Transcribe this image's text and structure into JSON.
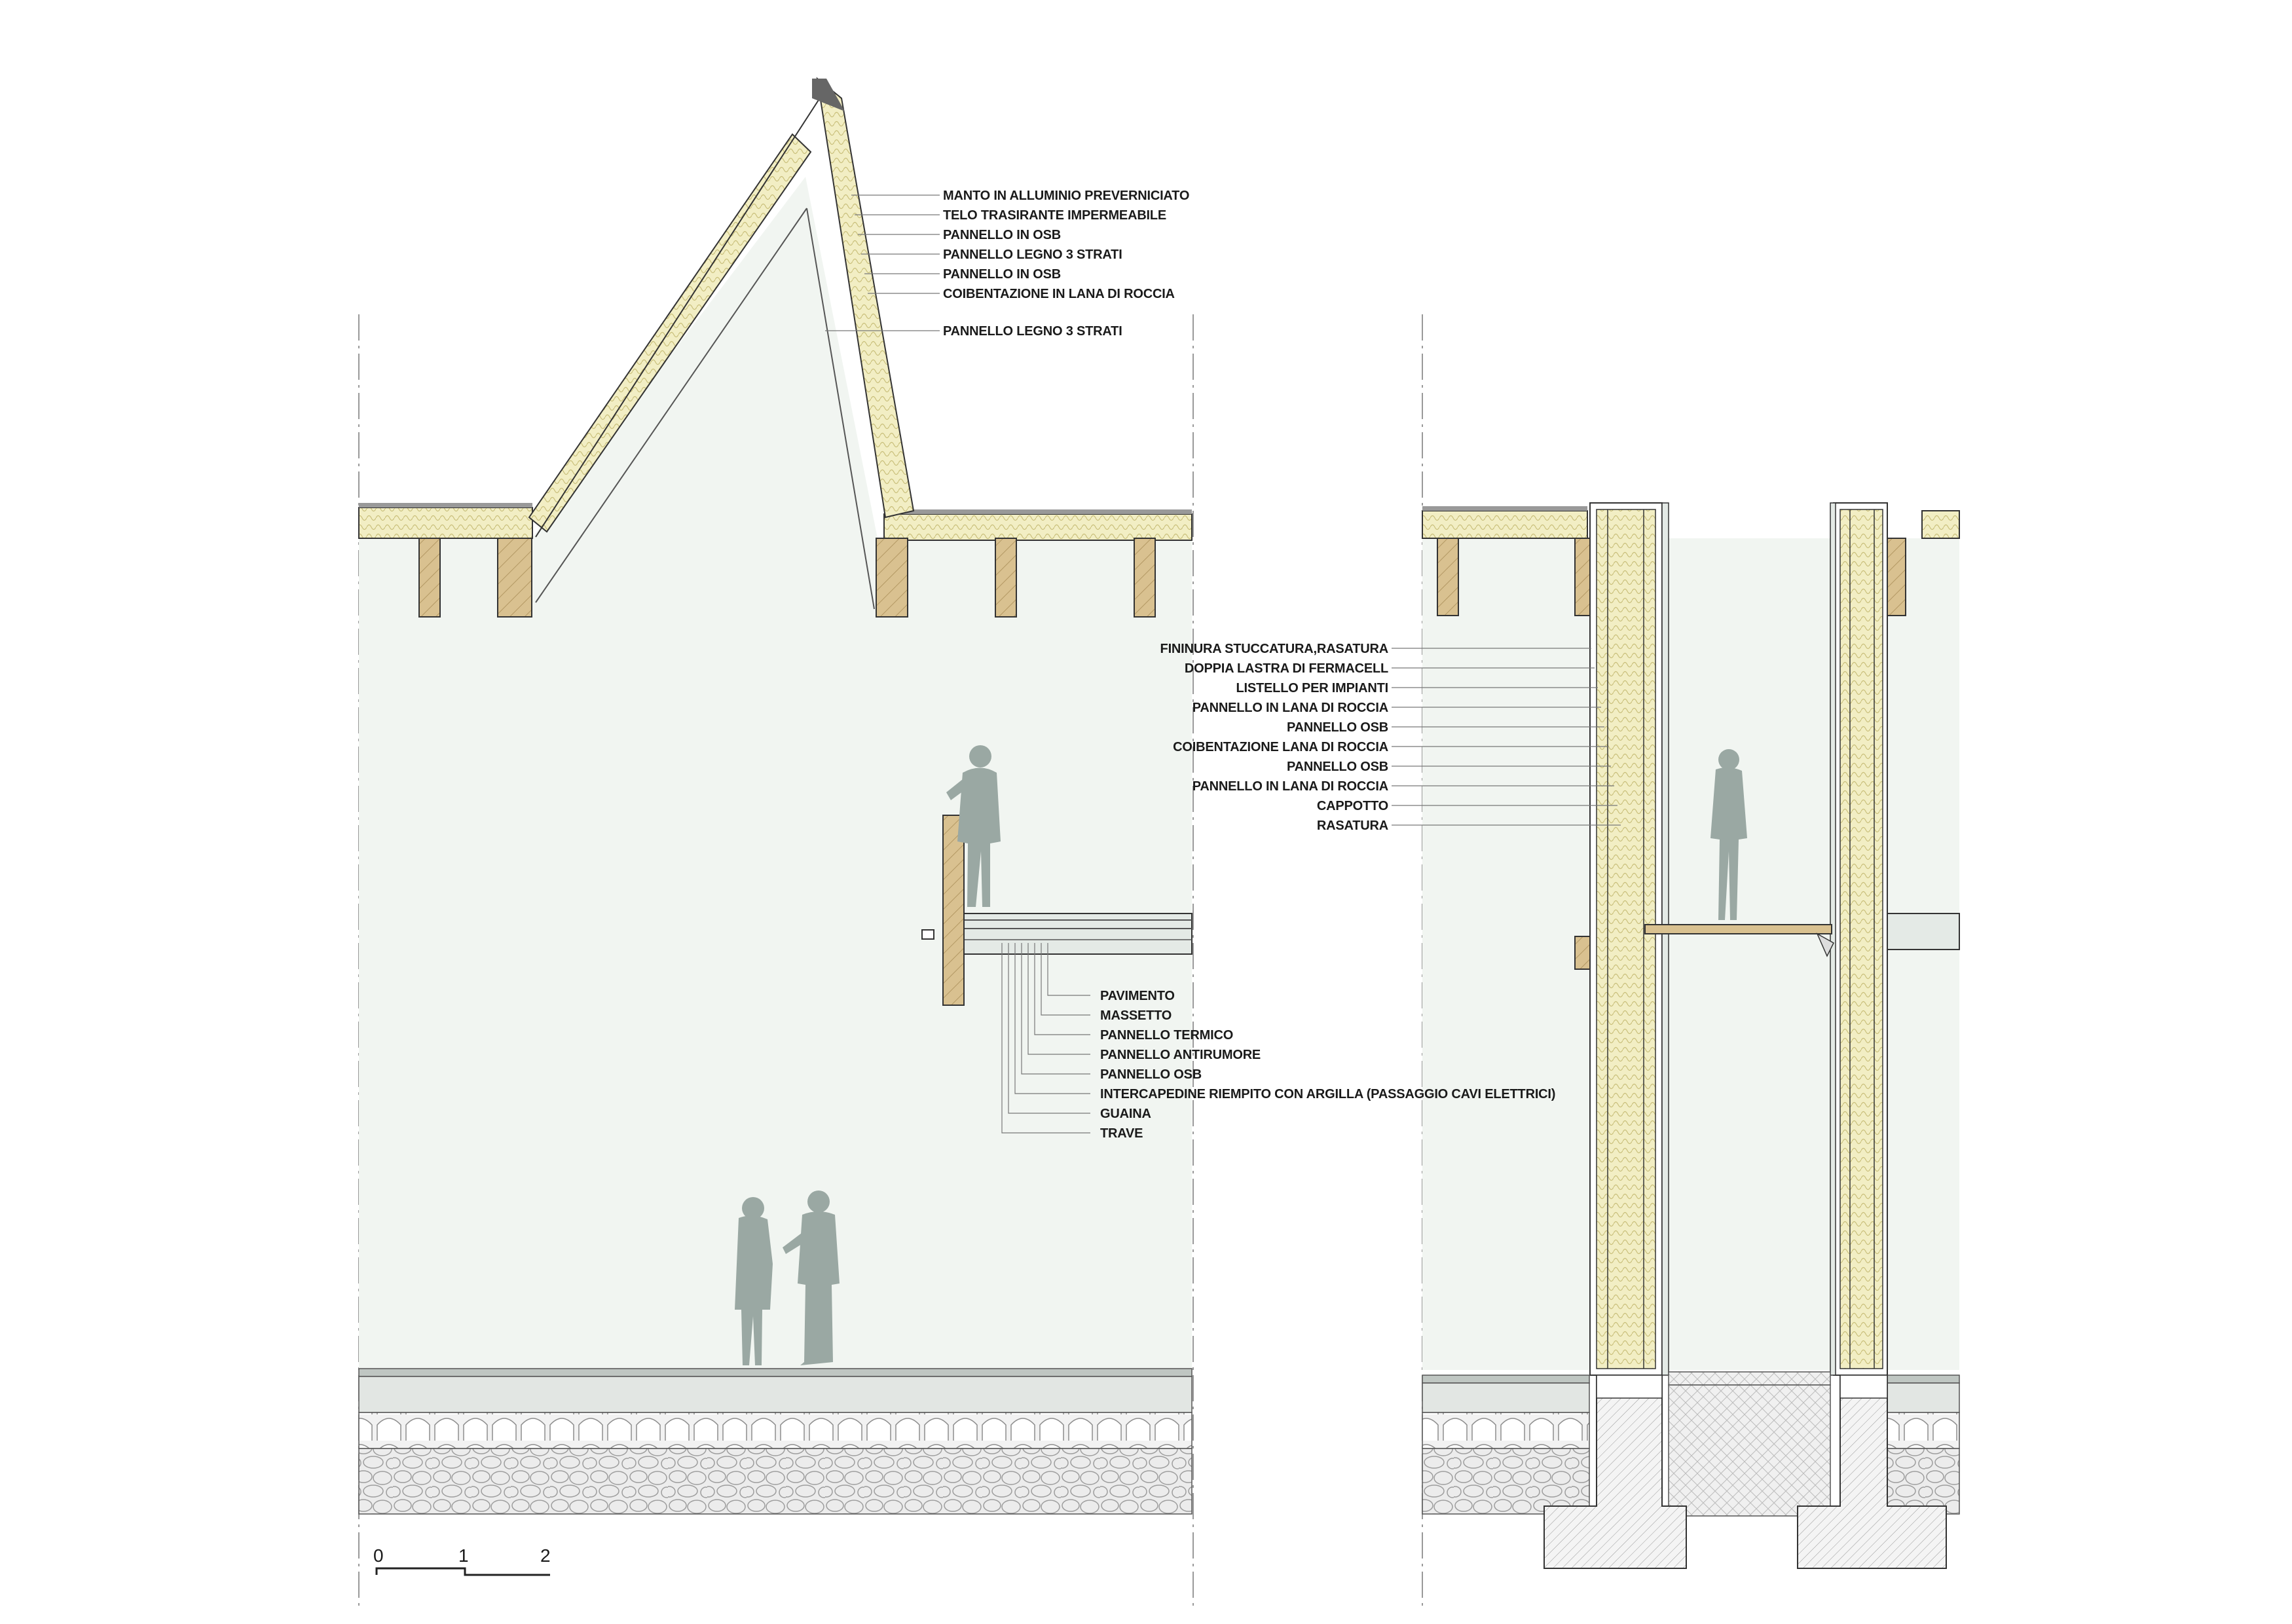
{
  "roof_labels": [
    "MANTO IN ALLUMINIO PREVERNICIATO",
    "TELO TRASIRANTE IMPERMEABILE",
    "PANNELLO IN OSB",
    "PANNELLO LEGNO 3 STRATI",
    "PANNELLO IN OSB",
    "COIBENTAZIONE IN LANA DI ROCCIA",
    "PANNELLO LEGNO 3 STRATI"
  ],
  "wall_labels": [
    "FININURA STUCCATURA,RASATURA",
    "DOPPIA LASTRA DI FERMACELL",
    "LISTELLO PER IMPIANTI",
    "PANNELLO IN LANA DI ROCCIA",
    "PANNELLO OSB",
    "COIBENTAZIONE LANA DI ROCCIA",
    "PANNELLO OSB",
    "PANNELLO IN LANA DI ROCCIA",
    "CAPPOTTO",
    "RASATURA"
  ],
  "floor_labels": [
    "PAVIMENTO",
    "MASSETTO",
    "PANNELLO TERMICO",
    "PANNELLO ANTIRUMORE",
    "PANNELLO OSB",
    "INTERCAPEDINE RIEMPITO CON ARGILLA (PASSAGGIO CAVI ELETTRICI)",
    "GUAINA",
    "TRAVE"
  ],
  "scale_bar": {
    "ticks": [
      "0",
      "1",
      "2"
    ]
  },
  "colors": {
    "interior": "#f1f5f1",
    "insulation": "#f2eec4",
    "timber": "#d9c190",
    "figure": "#9aa8a3",
    "stone": "#e6e6e6",
    "line": "#333333"
  }
}
